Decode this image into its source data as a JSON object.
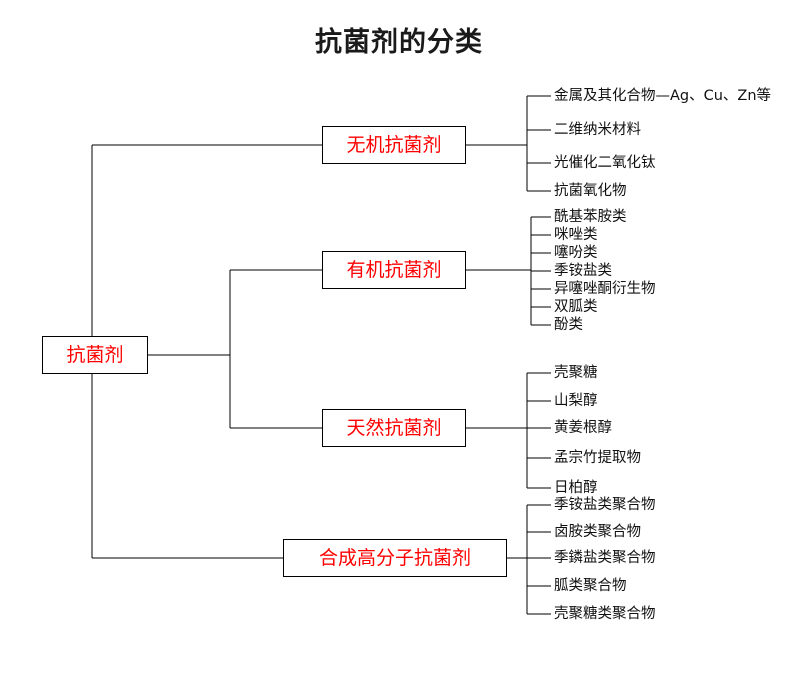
{
  "title": "抗菌剂的分类",
  "colors": {
    "node_text": "#ff0000",
    "node_border": "#000000",
    "leaf_text": "#111111",
    "title_text": "#1a1a1a",
    "background": "#ffffff"
  },
  "diagram": {
    "type": "tree",
    "root": {
      "label": "抗菌剂"
    },
    "branches": [
      {
        "label": "无机抗菌剂",
        "leaves": [
          "金属及其化合物—Ag、Cu、Zn等",
          "二维纳米材料",
          "光催化二氧化钛",
          "抗菌氧化物"
        ]
      },
      {
        "label": "有机抗菌剂",
        "leaves": [
          "酰基苯胺类",
          "咪唑类",
          "噻吩类",
          "季铵盐类",
          "异噻唑酮衍生物",
          "双胍类",
          "酚类"
        ]
      },
      {
        "label": "天然抗菌剂",
        "leaves": [
          "壳聚糖",
          "山梨醇",
          "黄姜根醇",
          "孟宗竹提取物",
          "日柏醇"
        ]
      },
      {
        "label": "合成高分子抗菌剂",
        "leaves": [
          "季铵盐类聚合物",
          "卤胺类聚合物",
          "季鏻盐类聚合物",
          "胍类聚合物",
          "壳聚糖类聚合物"
        ]
      }
    ]
  }
}
